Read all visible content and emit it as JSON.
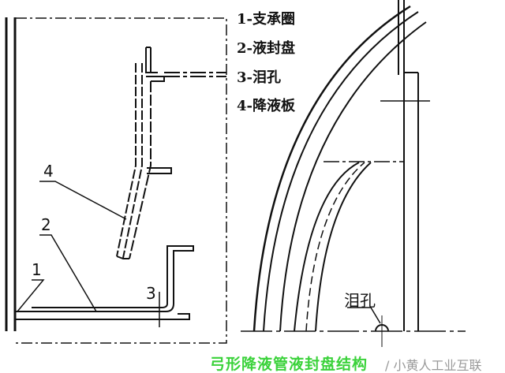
{
  "legend": [
    {
      "num": "1",
      "text": "1-支承圈"
    },
    {
      "num": "2",
      "text": "2-液封盘"
    },
    {
      "num": "3",
      "text": "3-泪孔"
    },
    {
      "num": "4",
      "text": "4-降液板"
    }
  ],
  "callouts": {
    "c1": "1",
    "c2": "2",
    "c3": "3",
    "c4": "4"
  },
  "hole_label": "泪孔",
  "caption": "弓形降液管液封盘结构",
  "watermark": "/ 小黄人工业互联"
}
